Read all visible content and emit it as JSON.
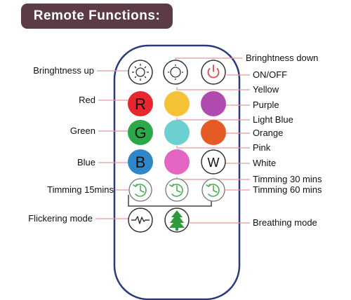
{
  "title": "Remote Functions:",
  "colors": {
    "title_bg": "#5b3b46",
    "remote_border": "#2a3a7a",
    "leader_line": "#e8999a",
    "red": "#e8262f",
    "yellow": "#f5c136",
    "purple": "#b04bb0",
    "green": "#2aa84a",
    "light_blue": "#6ccfd0",
    "orange": "#e65a25",
    "blue": "#2f86c9",
    "pink": "#e466c2",
    "timer_green": "#45b04e",
    "tree_green": "#2e9a3e"
  },
  "buttons": {
    "red_letter": "R",
    "green_letter": "G",
    "blue_letter": "B",
    "white_letter": "W"
  },
  "labels": {
    "brightness_up": "Bringhtness up",
    "brightness_down": "Bringhtness down",
    "on_off": "ON/OFF",
    "yellow": "Yellow",
    "red": "Red",
    "purple": "Purple",
    "light_blue": "Light Blue",
    "green": "Green",
    "orange": "Orange",
    "pink": "Pink",
    "blue": "Blue",
    "white": "White",
    "timming_30": "Timming 30 mins",
    "timming_15": "Timming 15mins",
    "timming_60": "Timming 60 mins",
    "flickering": "Flickering mode",
    "breathing": "Breathing mode"
  },
  "icons": {
    "brightness_up": "sun-up-icon",
    "brightness_down": "sun-down-icon",
    "on_off": "power-icon",
    "timer": "clock-arrow-icon",
    "flicker": "pulse-wave-icon",
    "breathing": "tree-icon"
  }
}
